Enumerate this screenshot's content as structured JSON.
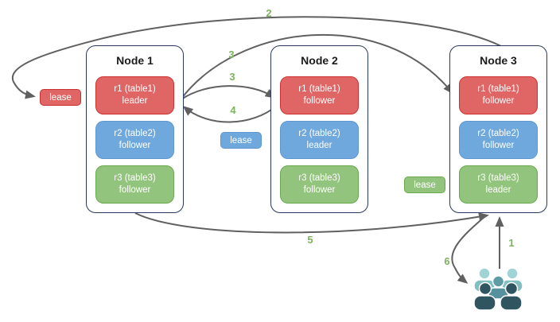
{
  "diagram": {
    "nodes": [
      {
        "title": "Node 1",
        "replicas": [
          {
            "label": "r1 (table1)",
            "role": "leader",
            "color": "#e06666"
          },
          {
            "label": "r2 (table2)",
            "role": "follower",
            "color": "#6fa8dc"
          },
          {
            "label": "r3 (table3)",
            "role": "follower",
            "color": "#93c47d"
          }
        ]
      },
      {
        "title": "Node 2",
        "replicas": [
          {
            "label": "r1 (table1)",
            "role": "follower",
            "color": "#e06666"
          },
          {
            "label": "r2 (table2)",
            "role": "leader",
            "color": "#6fa8dc"
          },
          {
            "label": "r3 (table3)",
            "role": "follower",
            "color": "#93c47d"
          }
        ]
      },
      {
        "title": "Node 3",
        "replicas": [
          {
            "label": "r1 (table1)",
            "role": "follower",
            "color": "#e06666"
          },
          {
            "label": "r2 (table2)",
            "role": "follower",
            "color": "#6fa8dc"
          },
          {
            "label": "r3 (table3)",
            "role": "leader",
            "color": "#93c47d"
          }
        ]
      }
    ],
    "leases": [
      {
        "label": "lease",
        "color": "#e06666"
      },
      {
        "label": "lease",
        "color": "#6fa8dc"
      },
      {
        "label": "lease",
        "color": "#93c47d"
      }
    ],
    "steps": [
      "1",
      "2",
      "3",
      "3",
      "4",
      "5",
      "6"
    ],
    "icons": {
      "users": "users-icon"
    },
    "colors": {
      "node_border": "#28385e",
      "arrow": "#606060",
      "step_label": "#7cb35f",
      "red": "#e06666",
      "blue": "#6fa8dc",
      "green": "#93c47d",
      "users_back": "#9fd3d5",
      "users_mid": "#5e9da6",
      "users_front": "#2f5560"
    }
  }
}
